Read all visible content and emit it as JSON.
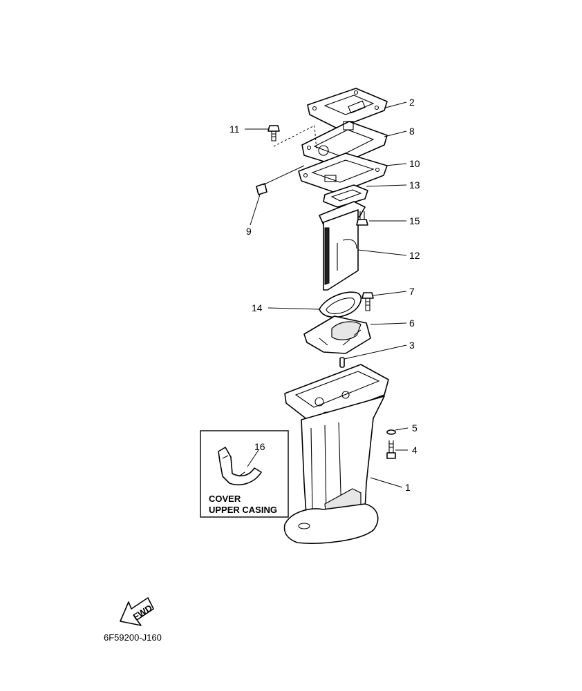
{
  "callouts": [
    {
      "id": "2",
      "label": "2"
    },
    {
      "id": "11",
      "label": "11"
    },
    {
      "id": "8",
      "label": "8"
    },
    {
      "id": "10",
      "label": "10"
    },
    {
      "id": "13",
      "label": "13"
    },
    {
      "id": "9",
      "label": "9"
    },
    {
      "id": "15",
      "label": "15"
    },
    {
      "id": "12",
      "label": "12"
    },
    {
      "id": "7",
      "label": "7"
    },
    {
      "id": "14",
      "label": "14"
    },
    {
      "id": "6",
      "label": "6"
    },
    {
      "id": "3",
      "label": "3"
    },
    {
      "id": "5",
      "label": "5"
    },
    {
      "id": "4",
      "label": "4"
    },
    {
      "id": "1",
      "label": "1"
    },
    {
      "id": "16",
      "label": "16"
    }
  ],
  "inset": {
    "line1": "COVER",
    "line2": "UPPER CASING"
  },
  "fwd_label": "FWD",
  "drawing_code": "6F59200-J160"
}
